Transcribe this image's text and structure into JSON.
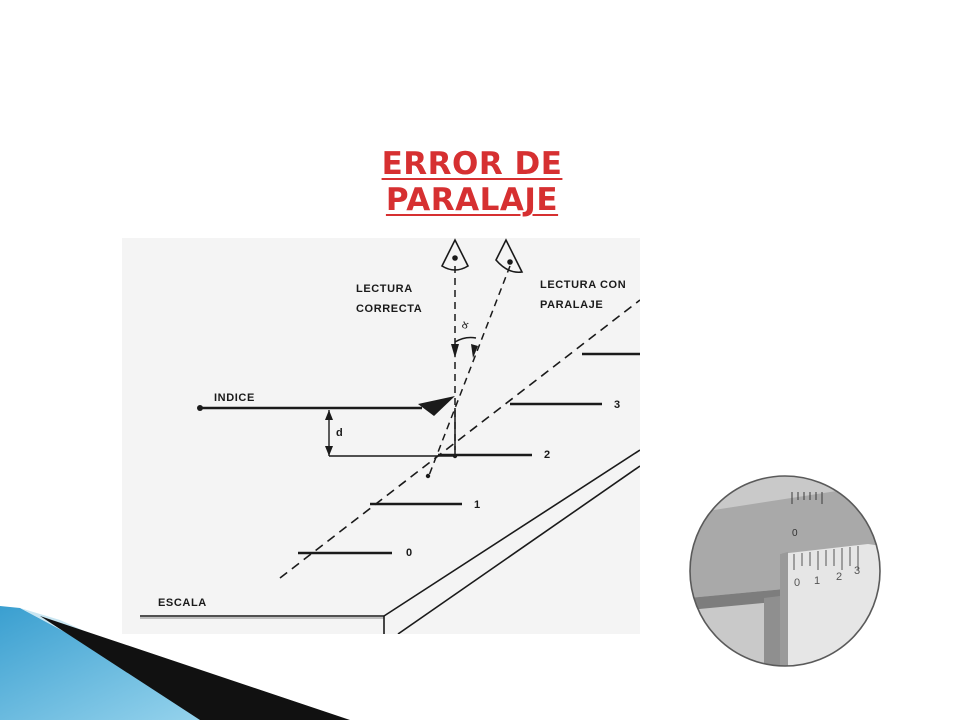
{
  "slide": {
    "title": "ERROR DE PARALAJE"
  },
  "diagram": {
    "label_correct": [
      "LECTURA",
      "CORRECTA"
    ],
    "label_parallax": [
      "LECTURA CON",
      "PARALAJE"
    ],
    "label_index": "INDICE",
    "label_distance": "d",
    "label_angle": "∝",
    "label_scale": "ESCALA",
    "scale_marks": [
      "0",
      "1",
      "2",
      "3"
    ]
  },
  "inset": {
    "vernier_numbers": [
      "0",
      "1",
      "2",
      "3"
    ],
    "main_scale_zero": "0"
  },
  "colors": {
    "title": "#d63031",
    "corner_light": "#5bb6de",
    "corner_dark": "#111111"
  }
}
